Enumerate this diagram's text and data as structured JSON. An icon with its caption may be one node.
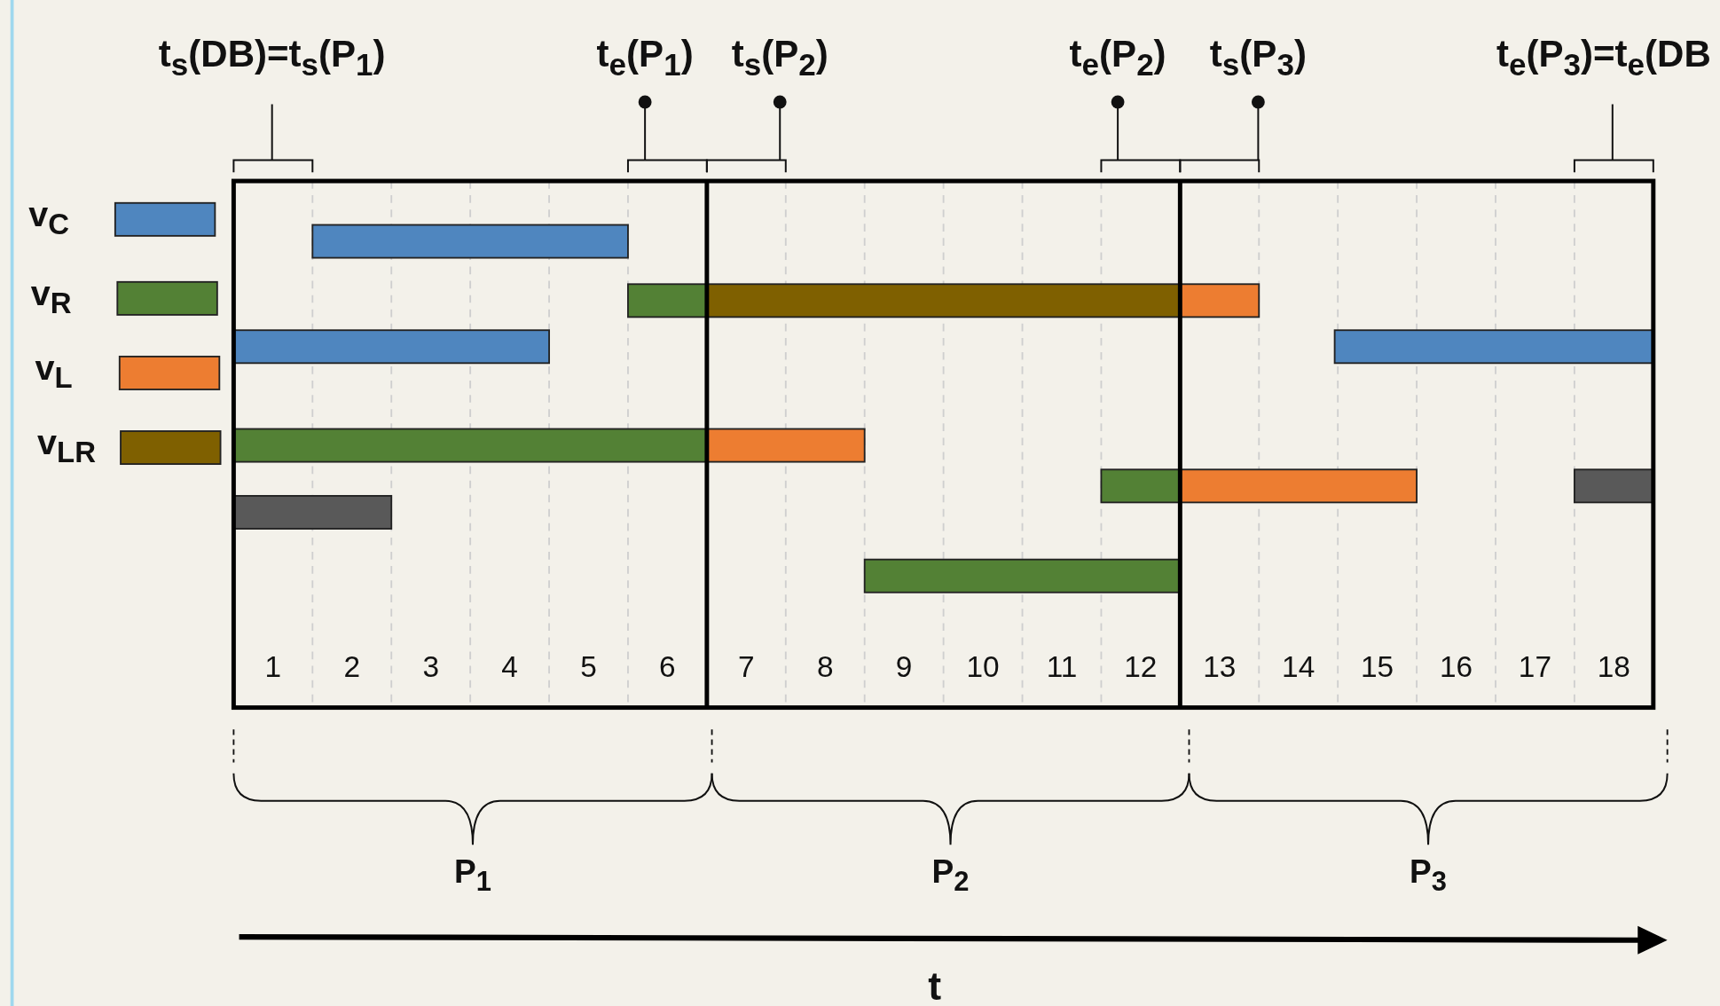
{
  "diagram": {
    "labels": [
      "t$_{s}$(DB)=t$_{s}$(P$_{1}$)",
      "t$_{e}$(P$_{1}$)",
      "t$_{s}$(P$_{2}$)",
      "t$_{e}$(P$_{2}$)",
      "t$_{s}$(P$_{3}$)",
      "t$_{e}$(P$_{3}$)=t$_{e}$(DB",
      "1",
      "2",
      "3",
      "4",
      "5",
      "6",
      "7",
      "8",
      "9",
      "10",
      "11",
      "12",
      "13",
      "14",
      "15",
      "16",
      "17",
      "18",
      "P$_{1}$",
      "P$_{2}$",
      "P$_{3}$",
      "t"
    ],
    "legend": [
      {
        "text": "v$_{C}$",
        "color": "#4f86bf"
      },
      {
        "text": "v$_{R}$",
        "color": "#538135"
      },
      {
        "text": "v$_{L}$",
        "color": "#ed7d31"
      },
      {
        "text": "v$_{LR}$",
        "color": "#7f6000"
      }
    ]
  }
}
